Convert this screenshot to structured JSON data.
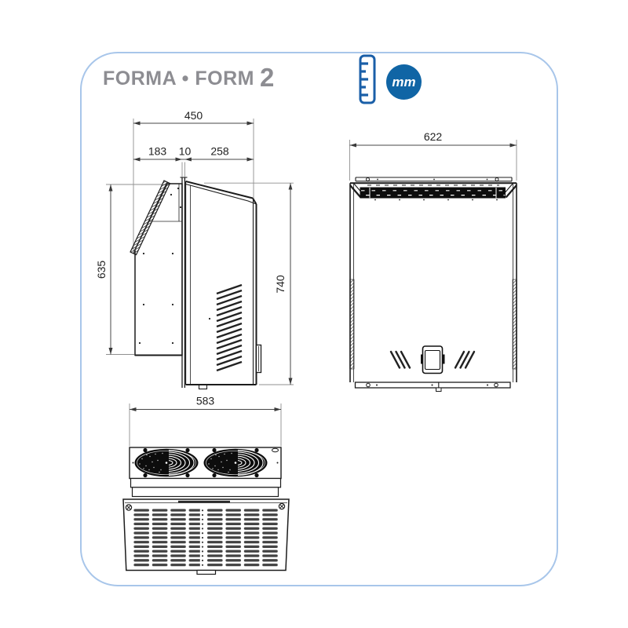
{
  "header": {
    "title_full": "FORMA • FORM 2",
    "title_main": "FORMA • FORM",
    "title_number": "2",
    "unit_badge": "mm"
  },
  "colors": {
    "frame_border": "#a8c6ea",
    "title_gray": "#8d8d92",
    "badge_blue": "#1065a5",
    "drawing_line": "#1c1c1c",
    "dimension_line": "#474747"
  },
  "views": {
    "side": {
      "dims": {
        "total_depth": "450",
        "evaporator_depth": "183",
        "wall_plate_thickness": "10",
        "condenser_depth": "258",
        "evaporator_height": "635",
        "total_height": "740"
      }
    },
    "front": {
      "dims": {
        "total_width": "622"
      }
    },
    "bottom": {
      "dims": {
        "fan_deck_width": "583"
      }
    }
  }
}
